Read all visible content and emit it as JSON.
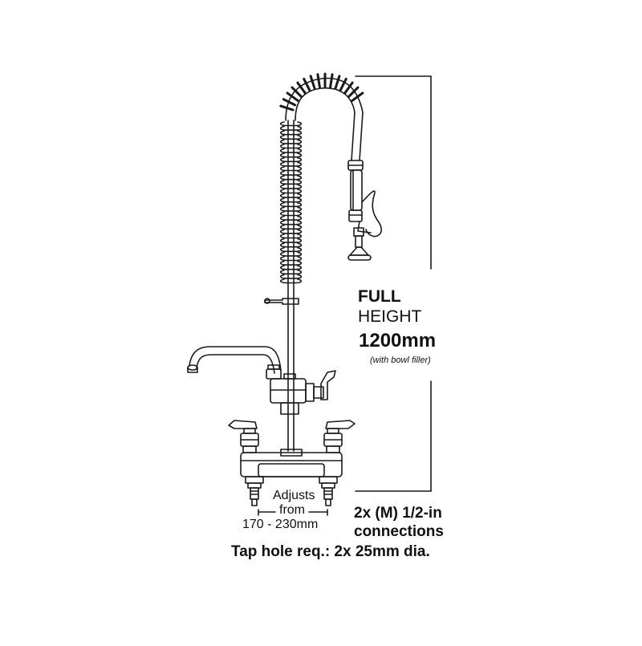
{
  "height_label": {
    "line1": "FULL",
    "line2": "HEIGHT",
    "value": "1200mm",
    "note": "(with bowl filler)"
  },
  "adjust_label": {
    "line1": "Adjusts",
    "line2": "from",
    "range": "170 - 230mm"
  },
  "connections_label": {
    "prefix": "2x (M)",
    "fraction": "1/2-in",
    "line2": "connections"
  },
  "tap_hole_label": "Tap hole req.: 2x 25mm dia.",
  "colors": {
    "line": "#1a1a1a",
    "background": "#ffffff"
  }
}
